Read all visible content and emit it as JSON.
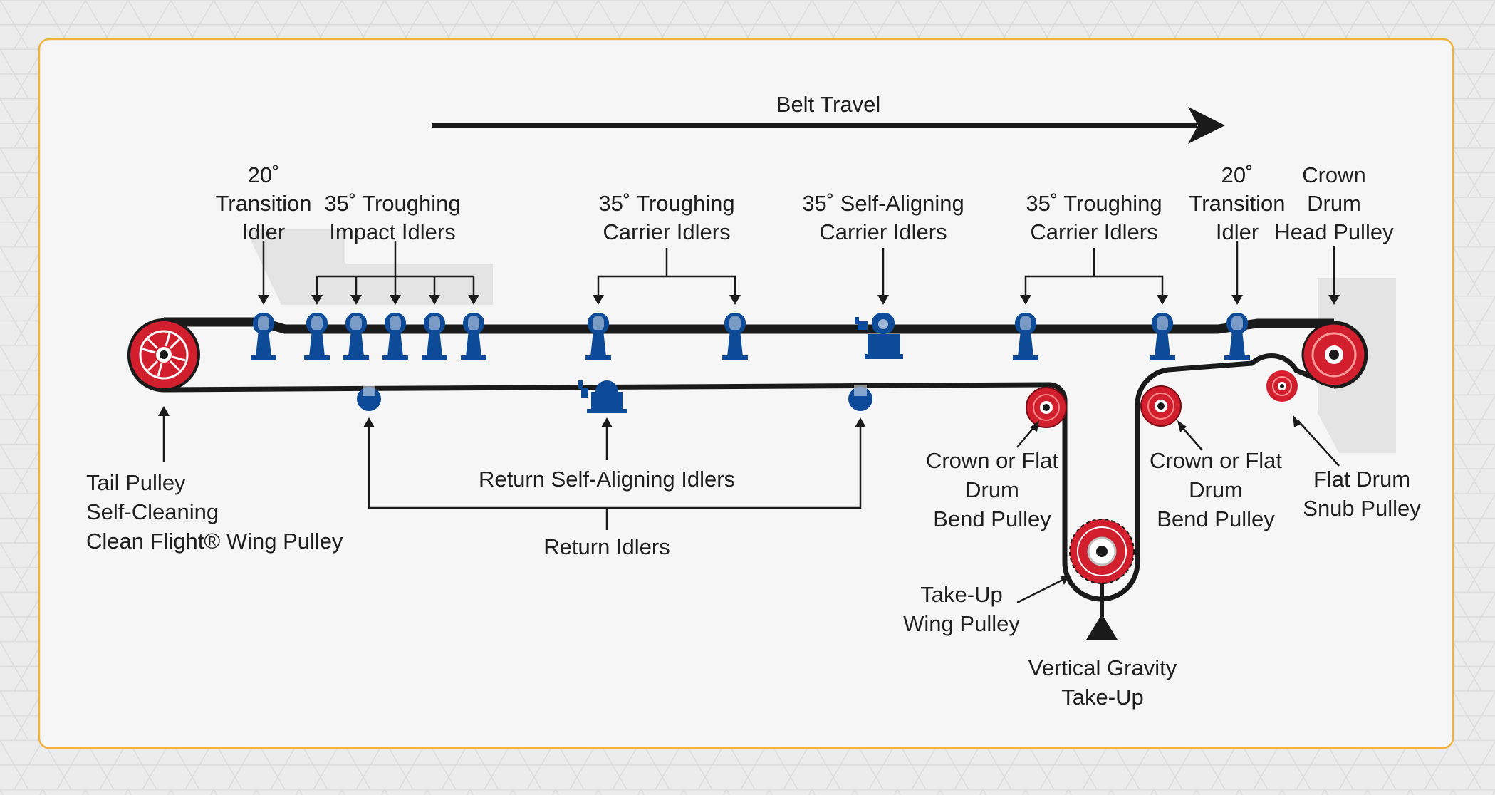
{
  "belt_travel": "Belt Travel",
  "labels": {
    "transition_idler_left": [
      "20˚",
      "Transition",
      "Idler"
    ],
    "impact_idlers": [
      "35˚ Troughing",
      "Impact Idlers"
    ],
    "carrier_idlers_1": [
      "35˚ Troughing",
      "Carrier Idlers"
    ],
    "self_aligning_carrier": [
      "35˚ Self-Aligning",
      "Carrier Idlers"
    ],
    "carrier_idlers_2": [
      "35˚ Troughing",
      "Carrier Idlers"
    ],
    "transition_idler_right": [
      "20˚",
      "Transition",
      "Idler"
    ],
    "head_pulley": [
      "Crown",
      "Drum",
      "Head Pulley"
    ],
    "tail_pulley": [
      "Tail Pulley",
      "Self-Cleaning",
      "Clean Flight® Wing Pulley"
    ],
    "return_self_aligning": "Return Self-Aligning Idlers",
    "return_idlers": "Return Idlers",
    "bend_pulley_left": [
      "Crown or Flat",
      "Drum",
      "Bend Pulley"
    ],
    "bend_pulley_right": [
      "Crown or Flat",
      "Drum",
      "Bend Pulley"
    ],
    "snub_pulley": [
      "Flat Drum",
      "Snub Pulley"
    ],
    "takeup_pulley": [
      "Take-Up",
      "Wing Pulley"
    ],
    "vertical_takeup": [
      "Vertical Gravity",
      "Take-Up"
    ]
  },
  "colors": {
    "idler_blue": "#0d4a98",
    "pulley_red": "#d11f2e",
    "belt": "#1a1a1a",
    "frame_border": "#f0b43c",
    "shade": "#e4e4e4"
  }
}
